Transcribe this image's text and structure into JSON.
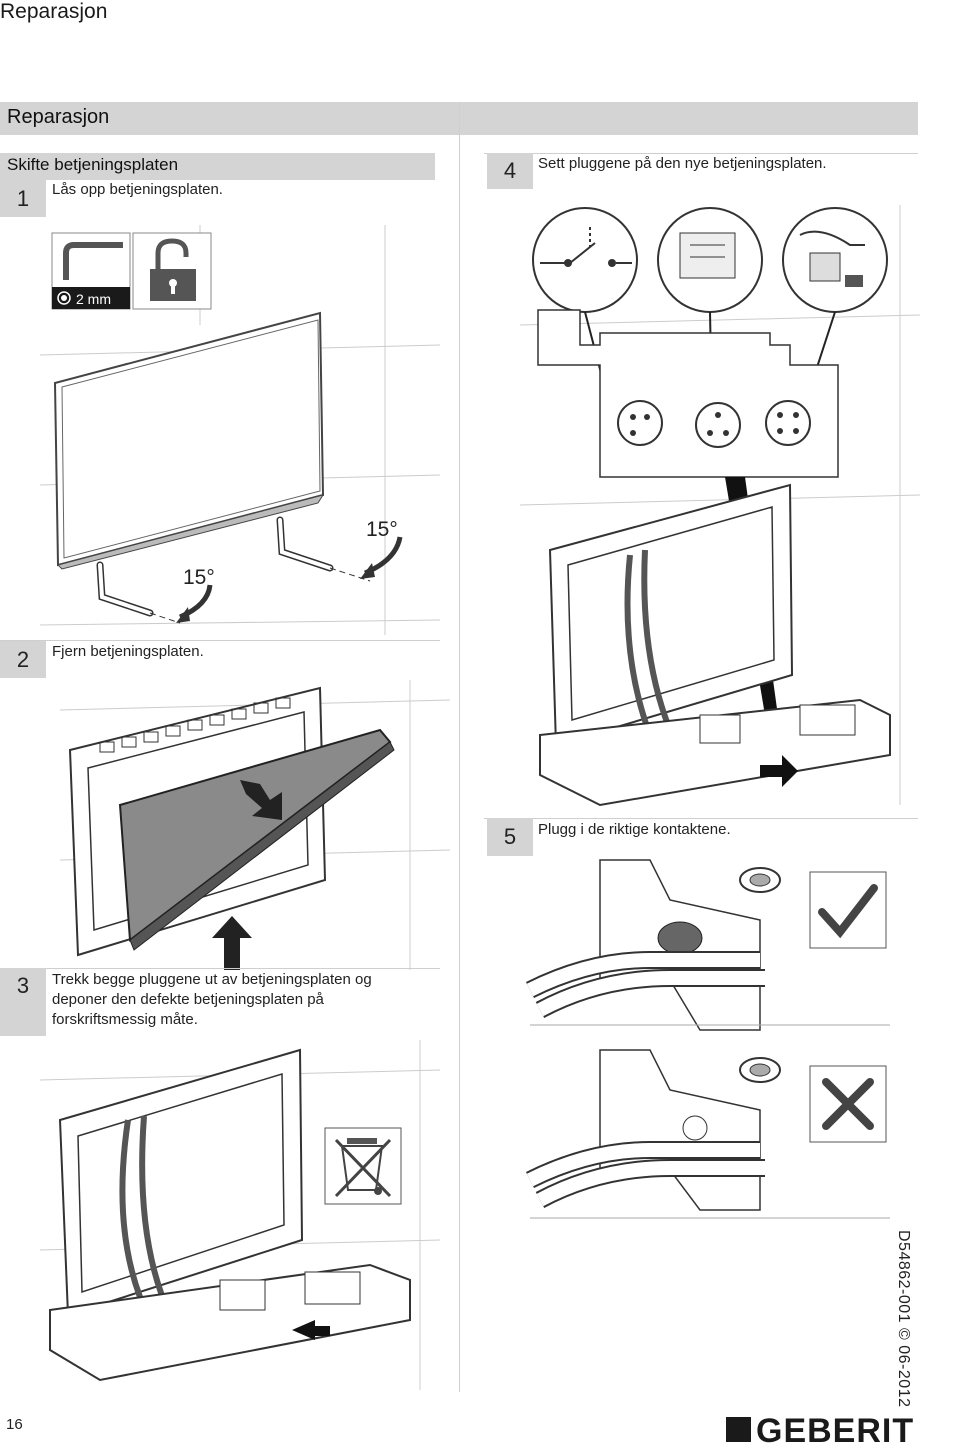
{
  "page": {
    "header_title": "Reparasjon",
    "section_title": "Reparasjon",
    "subsection_title": "Skifte betjeningsplaten",
    "page_number": "16",
    "doc_id": "D54862-001 © 06-2012",
    "brand": "GEBERIT"
  },
  "steps": [
    {
      "number": "1",
      "text": "Lås opp betjeningsplaten."
    },
    {
      "number": "2",
      "text": "Fjern betjeningsplaten."
    },
    {
      "number": "3",
      "text": "Trekk begge pluggene ut av betjeningsplaten og deponer den defekte betjeningsplaten på forskriftsmessig måte."
    },
    {
      "number": "4",
      "text": "Sett pluggene på den nye betjeningsplaten."
    },
    {
      "number": "5",
      "text": "Plugg i de riktige kontaktene."
    }
  ],
  "figure1": {
    "tool_size_label": "2 mm",
    "angle_left": "15°",
    "angle_right": "15°",
    "icons": [
      "allen-key-icon",
      "unlock-icon"
    ]
  },
  "figure5": {
    "icons": [
      "check-icon",
      "cross-icon"
    ]
  },
  "figure3": {
    "icons": [
      "crossed-bin-icon"
    ]
  }
}
